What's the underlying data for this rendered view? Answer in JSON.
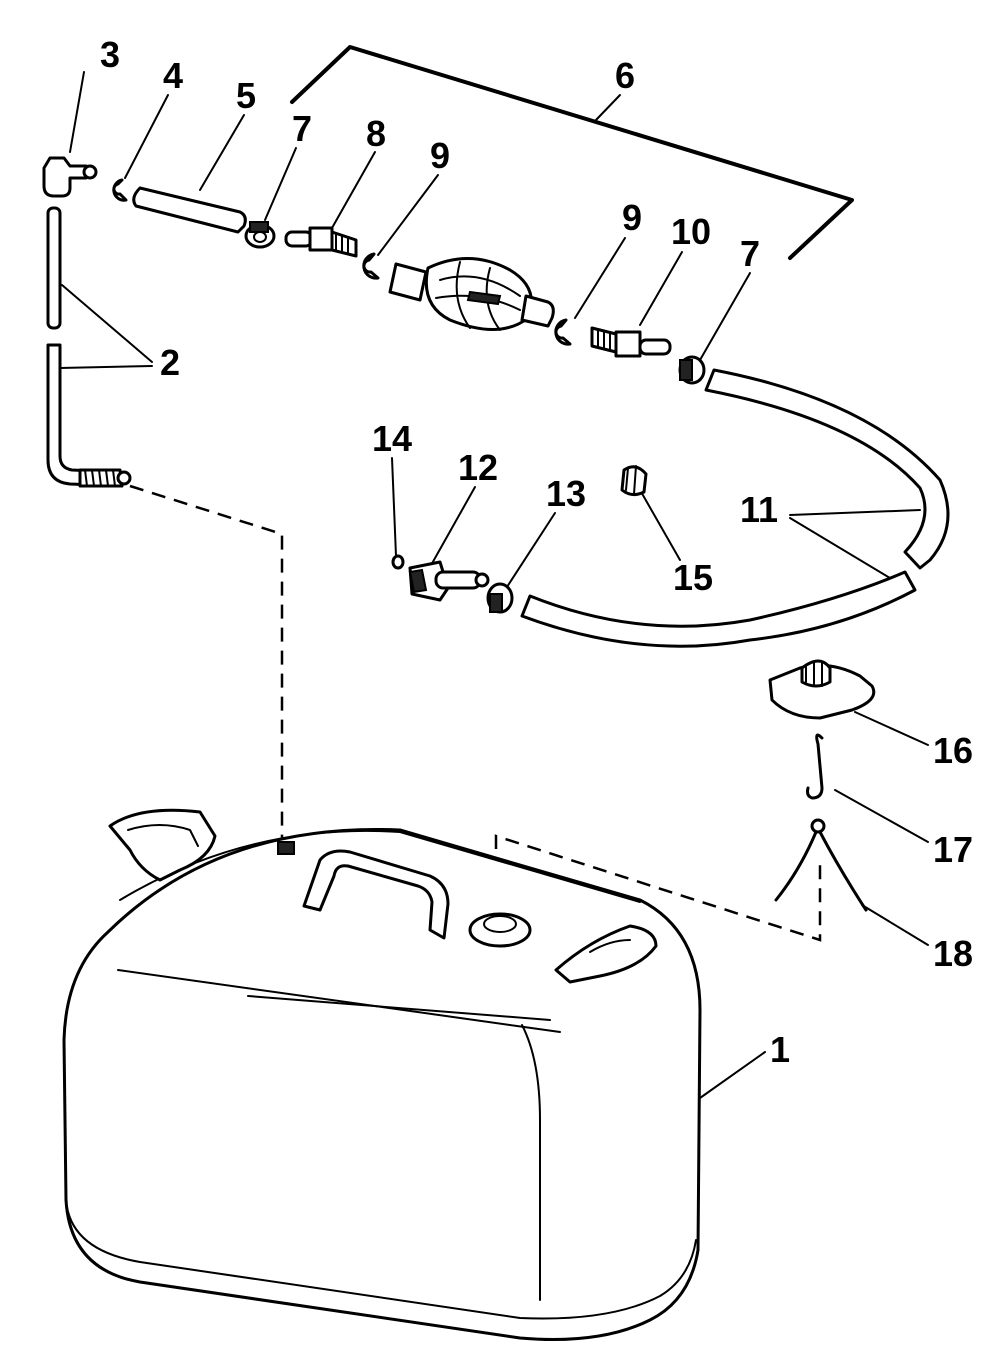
{
  "callouts": [
    "1",
    "2",
    "3",
    "4",
    "5",
    "6",
    "7",
    "7",
    "8",
    "9",
    "9",
    "10",
    "11",
    "12",
    "13",
    "14",
    "15",
    "16",
    "17",
    "18"
  ]
}
